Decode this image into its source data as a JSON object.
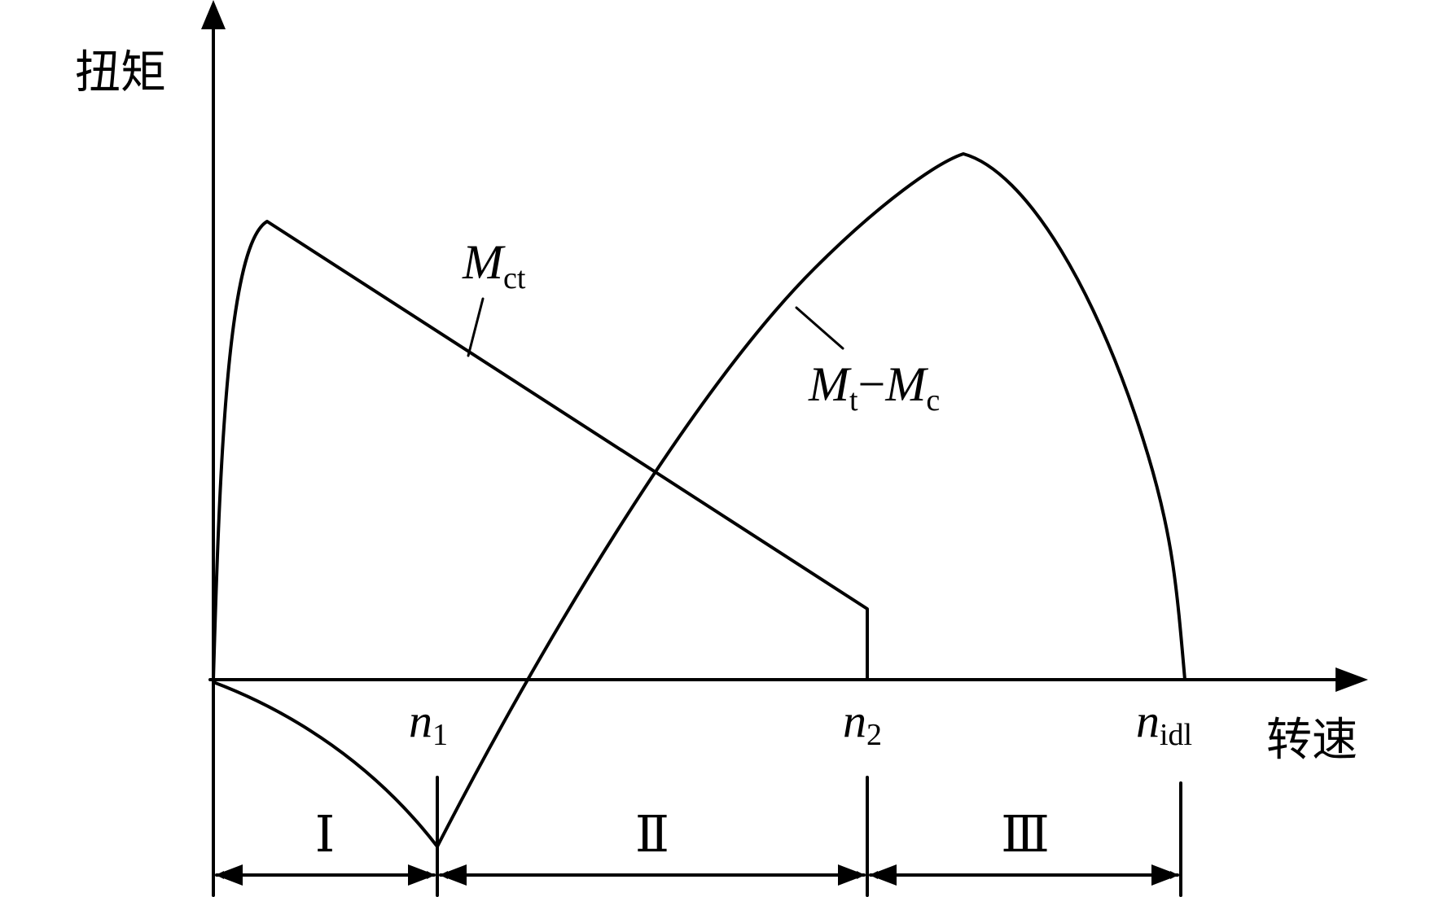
{
  "axes": {
    "y_label": "扭矩",
    "x_label": "转速"
  },
  "speed_labels": {
    "n1": {
      "base": "n",
      "sub": "1"
    },
    "n2": {
      "base": "n",
      "sub": "2"
    },
    "nidl": {
      "base": "n",
      "sub": "idl"
    }
  },
  "curve_labels": {
    "mct": {
      "base": "M",
      "sub": "ct"
    },
    "mt_mc": {
      "base1": "M",
      "sub1": "t",
      "op": "−",
      "base2": "M",
      "sub2": "c"
    }
  },
  "stages": {
    "stage1": "Ⅰ",
    "stage2": "Ⅱ",
    "stage3": "Ⅲ"
  },
  "colors": {
    "line": "#000000",
    "background": "#ffffff"
  }
}
